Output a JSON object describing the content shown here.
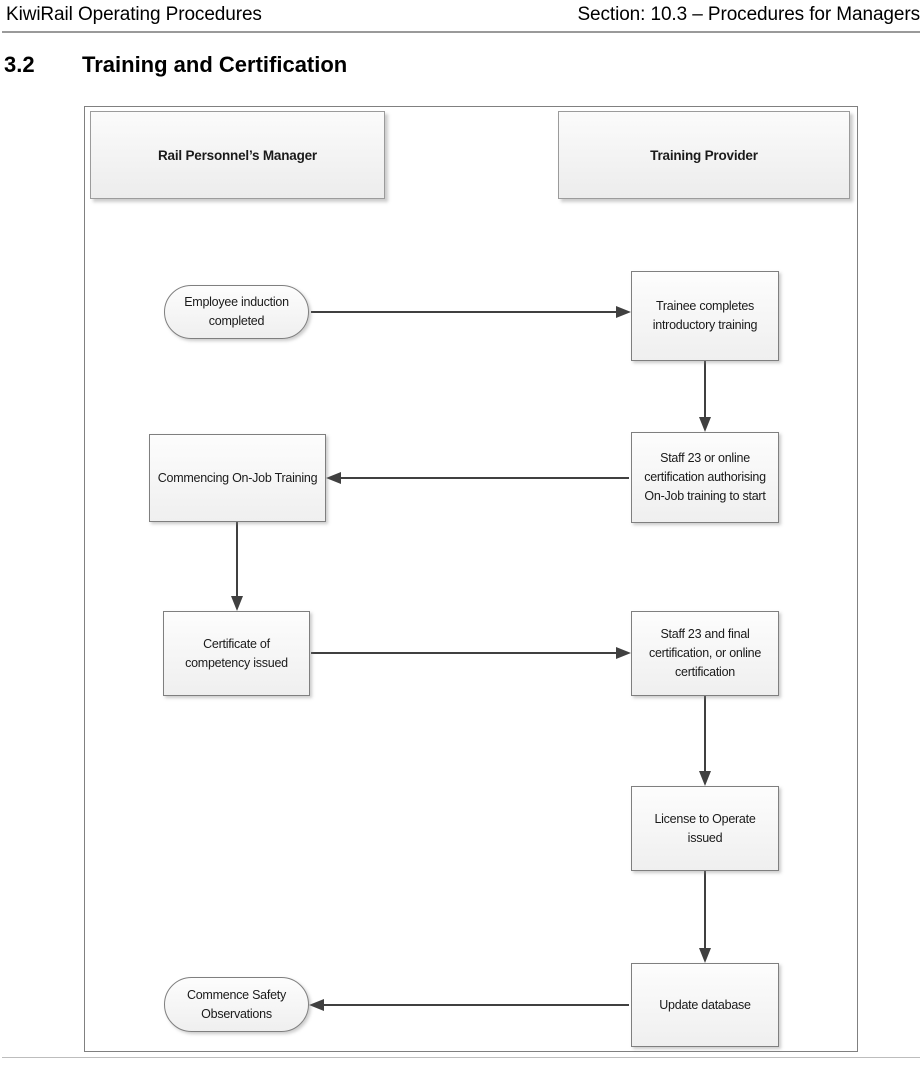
{
  "header": {
    "left_text": "KiwiRail Operating Procedures",
    "right_text": "Section: 10.3 – Procedures for Managers"
  },
  "section": {
    "number": "3.2",
    "title": "Training and Certification"
  },
  "diagram": {
    "type": "flowchart",
    "lanes": [
      {
        "id": "rail-personnels-manager",
        "label": "Rail Personnel’s Manager",
        "side": "left"
      },
      {
        "id": "training-provider",
        "label": "Training Provider",
        "side": "right"
      }
    ],
    "nodes": [
      {
        "id": "employee-induction",
        "label": "Employee induction completed",
        "shape": "terminator",
        "lane": "rail-personnels-manager"
      },
      {
        "id": "trainee-intro-training",
        "label": "Trainee completes introductory training",
        "shape": "process",
        "lane": "training-provider"
      },
      {
        "id": "commencing-onjob-training",
        "label": "Commencing On-Job Training",
        "shape": "process",
        "lane": "rail-personnels-manager"
      },
      {
        "id": "staff23-authorising",
        "label": "Staff 23 or online certification authorising On-Job training to start",
        "shape": "process",
        "lane": "training-provider"
      },
      {
        "id": "certificate-of-competency",
        "label": "Certificate of competency issued",
        "shape": "process",
        "lane": "rail-personnels-manager"
      },
      {
        "id": "staff23-final-certification",
        "label": "Staff 23 and final certification, or online certification",
        "shape": "process",
        "lane": "training-provider"
      },
      {
        "id": "license-to-operate",
        "label": "License to Operate issued",
        "shape": "process",
        "lane": "training-provider"
      },
      {
        "id": "update-database",
        "label": "Update database",
        "shape": "process",
        "lane": "training-provider"
      },
      {
        "id": "commence-safety-observations",
        "label": "Commence Safety Observations",
        "shape": "terminator",
        "lane": "rail-personnels-manager"
      }
    ],
    "edges": [
      {
        "from": "employee-induction",
        "to": "trainee-intro-training",
        "direction": "right"
      },
      {
        "from": "trainee-intro-training",
        "to": "staff23-authorising",
        "direction": "down"
      },
      {
        "from": "staff23-authorising",
        "to": "commencing-onjob-training",
        "direction": "left"
      },
      {
        "from": "commencing-onjob-training",
        "to": "certificate-of-competency",
        "direction": "down"
      },
      {
        "from": "certificate-of-competency",
        "to": "staff23-final-certification",
        "direction": "right"
      },
      {
        "from": "staff23-final-certification",
        "to": "license-to-operate",
        "direction": "down"
      },
      {
        "from": "license-to-operate",
        "to": "update-database",
        "direction": "down"
      },
      {
        "from": "update-database",
        "to": "commence-safety-observations",
        "direction": "left"
      }
    ]
  },
  "colors": {
    "node_border": "#7f7f7f",
    "node_fill": "#f4f4f4",
    "connector": "#404040",
    "frame_border": "#808080",
    "rule": "#9a9a9a"
  }
}
